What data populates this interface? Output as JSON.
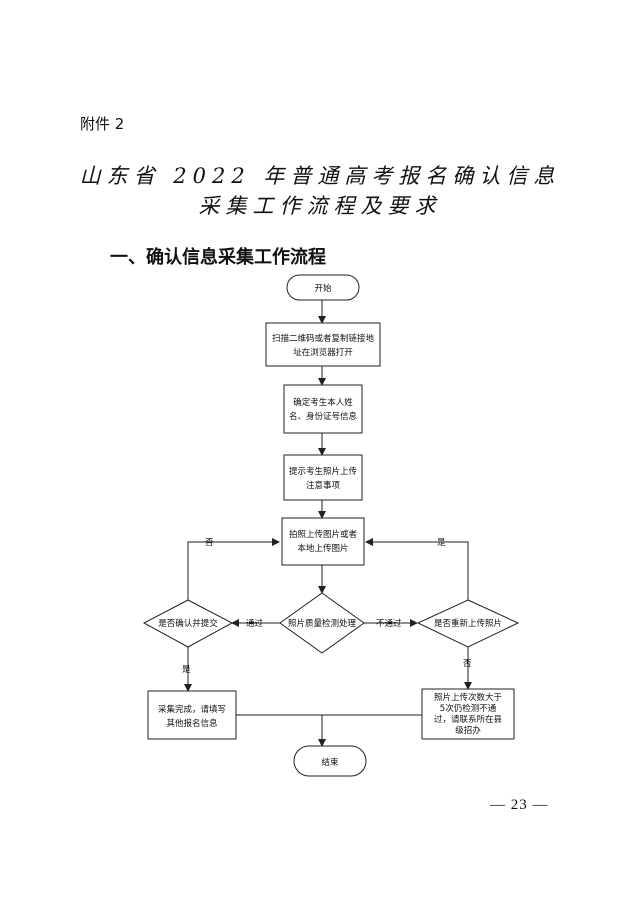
{
  "header": {
    "attachment": "附件 2",
    "title_line1": "山东省 2022 年普通高考报名确认信息",
    "title_line2": "采集工作流程及要求",
    "section_heading": "一、确认信息采集工作流程"
  },
  "flow": {
    "start": "开始",
    "step1_line1": "扫描二维码或者复制链接地",
    "step1_line2": "址在浏览器打开",
    "step2_line1": "确定考生本人姓",
    "step2_line2": "名、身份证号信息",
    "step3_line1": "提示考生照片上传",
    "step3_line2": "注意事项",
    "step4_line1": "拍照上传图片或者",
    "step4_line2": "本地上传图片",
    "check": "照片质量检测处理",
    "confirm": "是否确认并提交",
    "retry": "是否重新上传照片",
    "done_line1": "采集完成，请填写",
    "done_line2": "其他报名信息",
    "limit_line1": "照片上传次数大于",
    "limit_line2": "5次仍检测不通",
    "limit_line3": "过，请联系所在县",
    "limit_line4": "级招办",
    "end": "结束",
    "label_no_left": "否",
    "label_yes_right": "是",
    "label_pass": "通过",
    "label_fail": "不通过",
    "label_yes_down": "是",
    "label_no_down": "否"
  },
  "footer": {
    "page_number": "— 23 —"
  }
}
